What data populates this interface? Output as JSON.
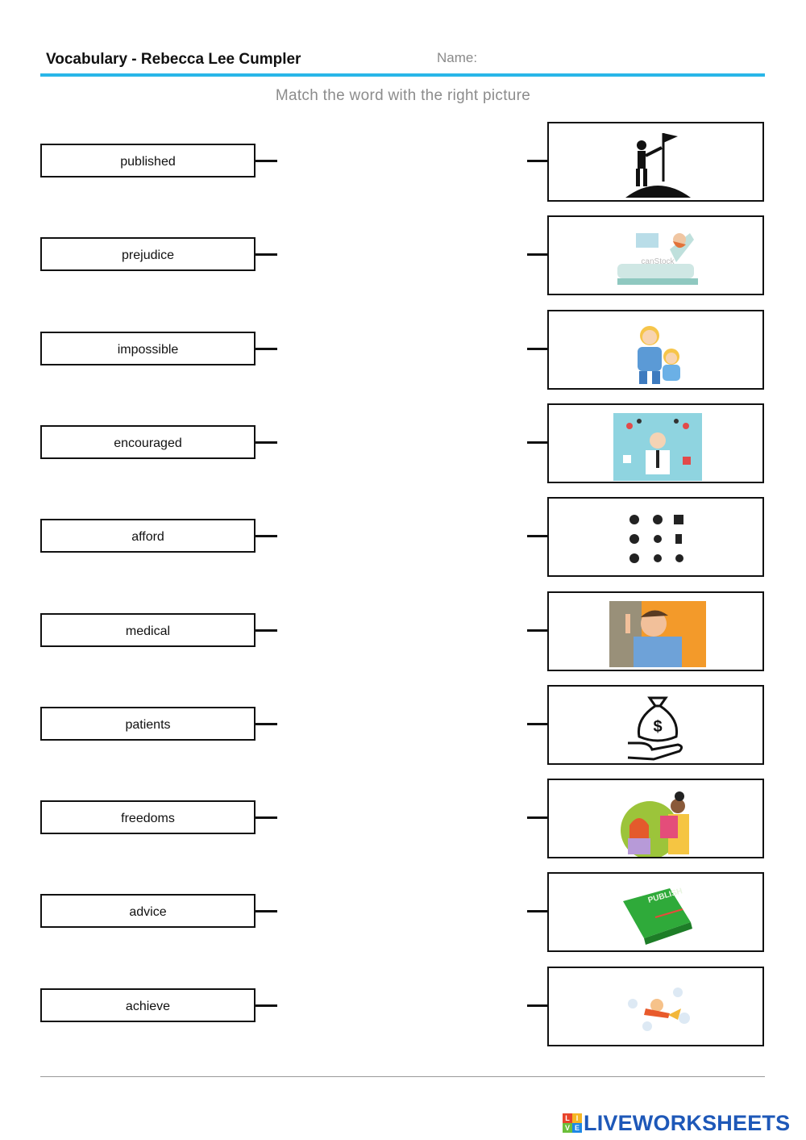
{
  "header": {
    "title": "Vocabulary - Rebecca Lee Cumpler",
    "name_label": "Name:",
    "instruction": "Match the word with the right picture"
  },
  "words": [
    "published",
    "prejudice",
    "impossible",
    "encouraged",
    "afford",
    "medical",
    "patients",
    "freedoms",
    "advice",
    "achieve"
  ],
  "pictures": [
    "achieve-icon",
    "patient-in-hospital-bed-image",
    "parent-child-advice-image",
    "medical-doctor-icons-image",
    "freedoms-icons-image",
    "prejudice-whisper-image",
    "afford-money-bag-icon",
    "encouraged-teacher-student-image",
    "published-book-image",
    "impossible-flying-child-image"
  ],
  "footer": {
    "logo_text": "LIVEWORKSHEETS",
    "logo_mark_letters": [
      "L",
      "I",
      "V",
      "E"
    ],
    "logo_mark_colors": [
      "#e8442b",
      "#f5b623",
      "#6bbf3a",
      "#1e88e5"
    ],
    "accent_color": "#29b6e8"
  }
}
